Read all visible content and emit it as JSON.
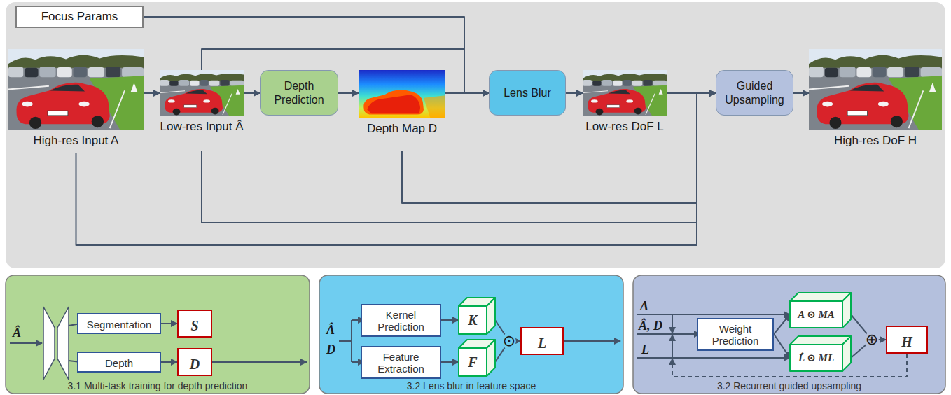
{
  "diagram": {
    "nodes": [
      {
        "text": [
          "Focus Params"
        ]
      },
      {
        "text": [
          "High-res Input A"
        ]
      },
      {
        "text": [
          "Low-res Input Â"
        ]
      },
      {
        "text": [
          "Depth Prediction"
        ]
      },
      {
        "text": [
          "Depth Map D"
        ]
      },
      {
        "text": [
          "Lens Blur"
        ]
      },
      {
        "text": [
          "Low-res DoF L"
        ]
      },
      {
        "text": [
          "Guided Upsampling"
        ]
      },
      {
        "text": [
          "High-res DoF H"
        ]
      },
      {
        "text": [
          "3.1 Multi-task training for depth prediction"
        ]
      },
      {
        "text": [
          "Segmentation"
        ],
        "in": 9
      },
      {
        "text": [
          "S"
        ],
        "in": 9
      },
      {
        "text": [
          "Depth"
        ],
        "in": 9
      },
      {
        "text": [
          "D"
        ],
        "in": 9
      },
      {
        "text": [
          "3.2 Lens blur in feature space"
        ]
      },
      {
        "text": [
          "Kernel Prediction"
        ],
        "in": 14
      },
      {
        "text": [
          "K"
        ],
        "in": 14
      },
      {
        "text": [
          "Feature Extraction"
        ],
        "in": 14
      },
      {
        "text": [
          "F"
        ],
        "in": 14
      },
      {
        "text": [
          "L"
        ],
        "in": 14
      },
      {
        "text": [
          "3.2 Recurrent guided upsampling"
        ]
      },
      {
        "text": [
          "Weight Prediction"
        ],
        "in": 20
      },
      {
        "text": [
          "A ⊙ MA"
        ],
        "in": 20
      },
      {
        "text": [
          "L̂ ⊙ ML"
        ],
        "in": 20
      },
      {
        "text": [
          "H"
        ],
        "in": 20
      }
    ],
    "edges": [
      {
        "from": 1,
        "to": 2,
        "arrow": "to"
      },
      {
        "from": 2,
        "to": 3,
        "arrow": "to"
      },
      {
        "from": 3,
        "to": 4,
        "arrow": "to"
      },
      {
        "from": 4,
        "to": 5,
        "arrow": "to"
      },
      {
        "from": 2,
        "to": 5,
        "arrow": "to"
      },
      {
        "from": 0,
        "to": 5,
        "arrow": "to"
      },
      {
        "from": 5,
        "to": 6,
        "arrow": "to"
      },
      {
        "from": 6,
        "to": 7,
        "arrow": "to"
      },
      {
        "from": 4,
        "to": 7,
        "arrow": "to"
      },
      {
        "from": 2,
        "to": 7,
        "arrow": "to"
      },
      {
        "from": 1,
        "to": 7,
        "arrow": "to"
      },
      {
        "from": 7,
        "to": 8,
        "arrow": "to"
      },
      {
        "from": 10,
        "to": 11,
        "arrow": "to"
      },
      {
        "from": 12,
        "to": 13,
        "arrow": "to"
      },
      {
        "from": 15,
        "to": 16,
        "arrow": "to"
      },
      {
        "from": 17,
        "to": 18,
        "arrow": "to"
      },
      {
        "from": 16,
        "to": 19,
        "arrow": "to"
      },
      {
        "from": 18,
        "to": 19,
        "arrow": "to"
      },
      {
        "from": 21,
        "to": 22,
        "arrow": "to"
      },
      {
        "from": 21,
        "to": 23,
        "arrow": "to"
      },
      {
        "from": 22,
        "to": 24,
        "arrow": "to"
      },
      {
        "from": 23,
        "to": 24,
        "arrow": "to"
      }
    ],
    "labels": [
      "Â",
      "Â",
      "D",
      "⊙",
      "A",
      "Â, D",
      "L",
      "⊕"
    ]
  }
}
